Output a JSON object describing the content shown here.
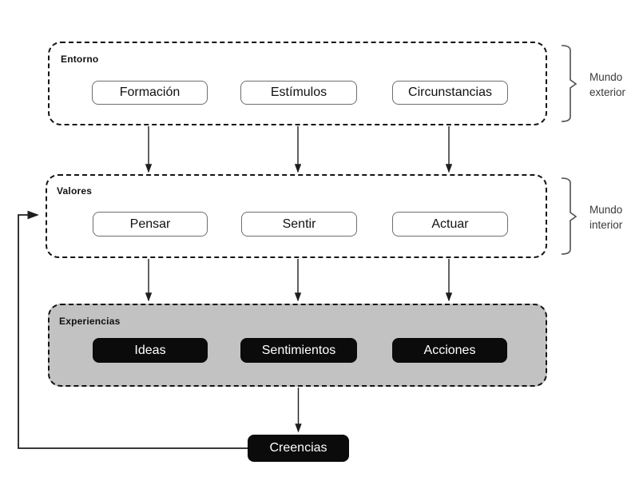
{
  "diagram": {
    "sections": [
      {
        "label": "Entorno",
        "boxes": [
          {
            "label": "Formación"
          },
          {
            "label": "Estímulos"
          },
          {
            "label": "Circunstancias"
          }
        ]
      },
      {
        "label": "Valores",
        "boxes": [
          {
            "label": "Pensar"
          },
          {
            "label": "Sentir"
          },
          {
            "label": "Actuar"
          }
        ]
      },
      {
        "label": "Experiencias",
        "boxes": [
          {
            "label": "Ideas"
          },
          {
            "label": "Sentimientos"
          },
          {
            "label": "Acciones"
          }
        ]
      }
    ],
    "belief_node": {
      "label": "Creencias"
    },
    "annotations": {
      "exterior": {
        "line1": "Mundo",
        "line2": "exterior"
      },
      "interior": {
        "line1": "Mundo",
        "line2": "interior"
      }
    },
    "colors": {
      "container_border": "#141414",
      "experiencias_fill": "#c2c2c2",
      "dark_node_fill": "#0b0b0b",
      "dark_node_text": "#ffffff",
      "light_node_border": "#6e6e6e",
      "connector": "#1e1e1e",
      "bracket": "#4f4f4f"
    }
  }
}
